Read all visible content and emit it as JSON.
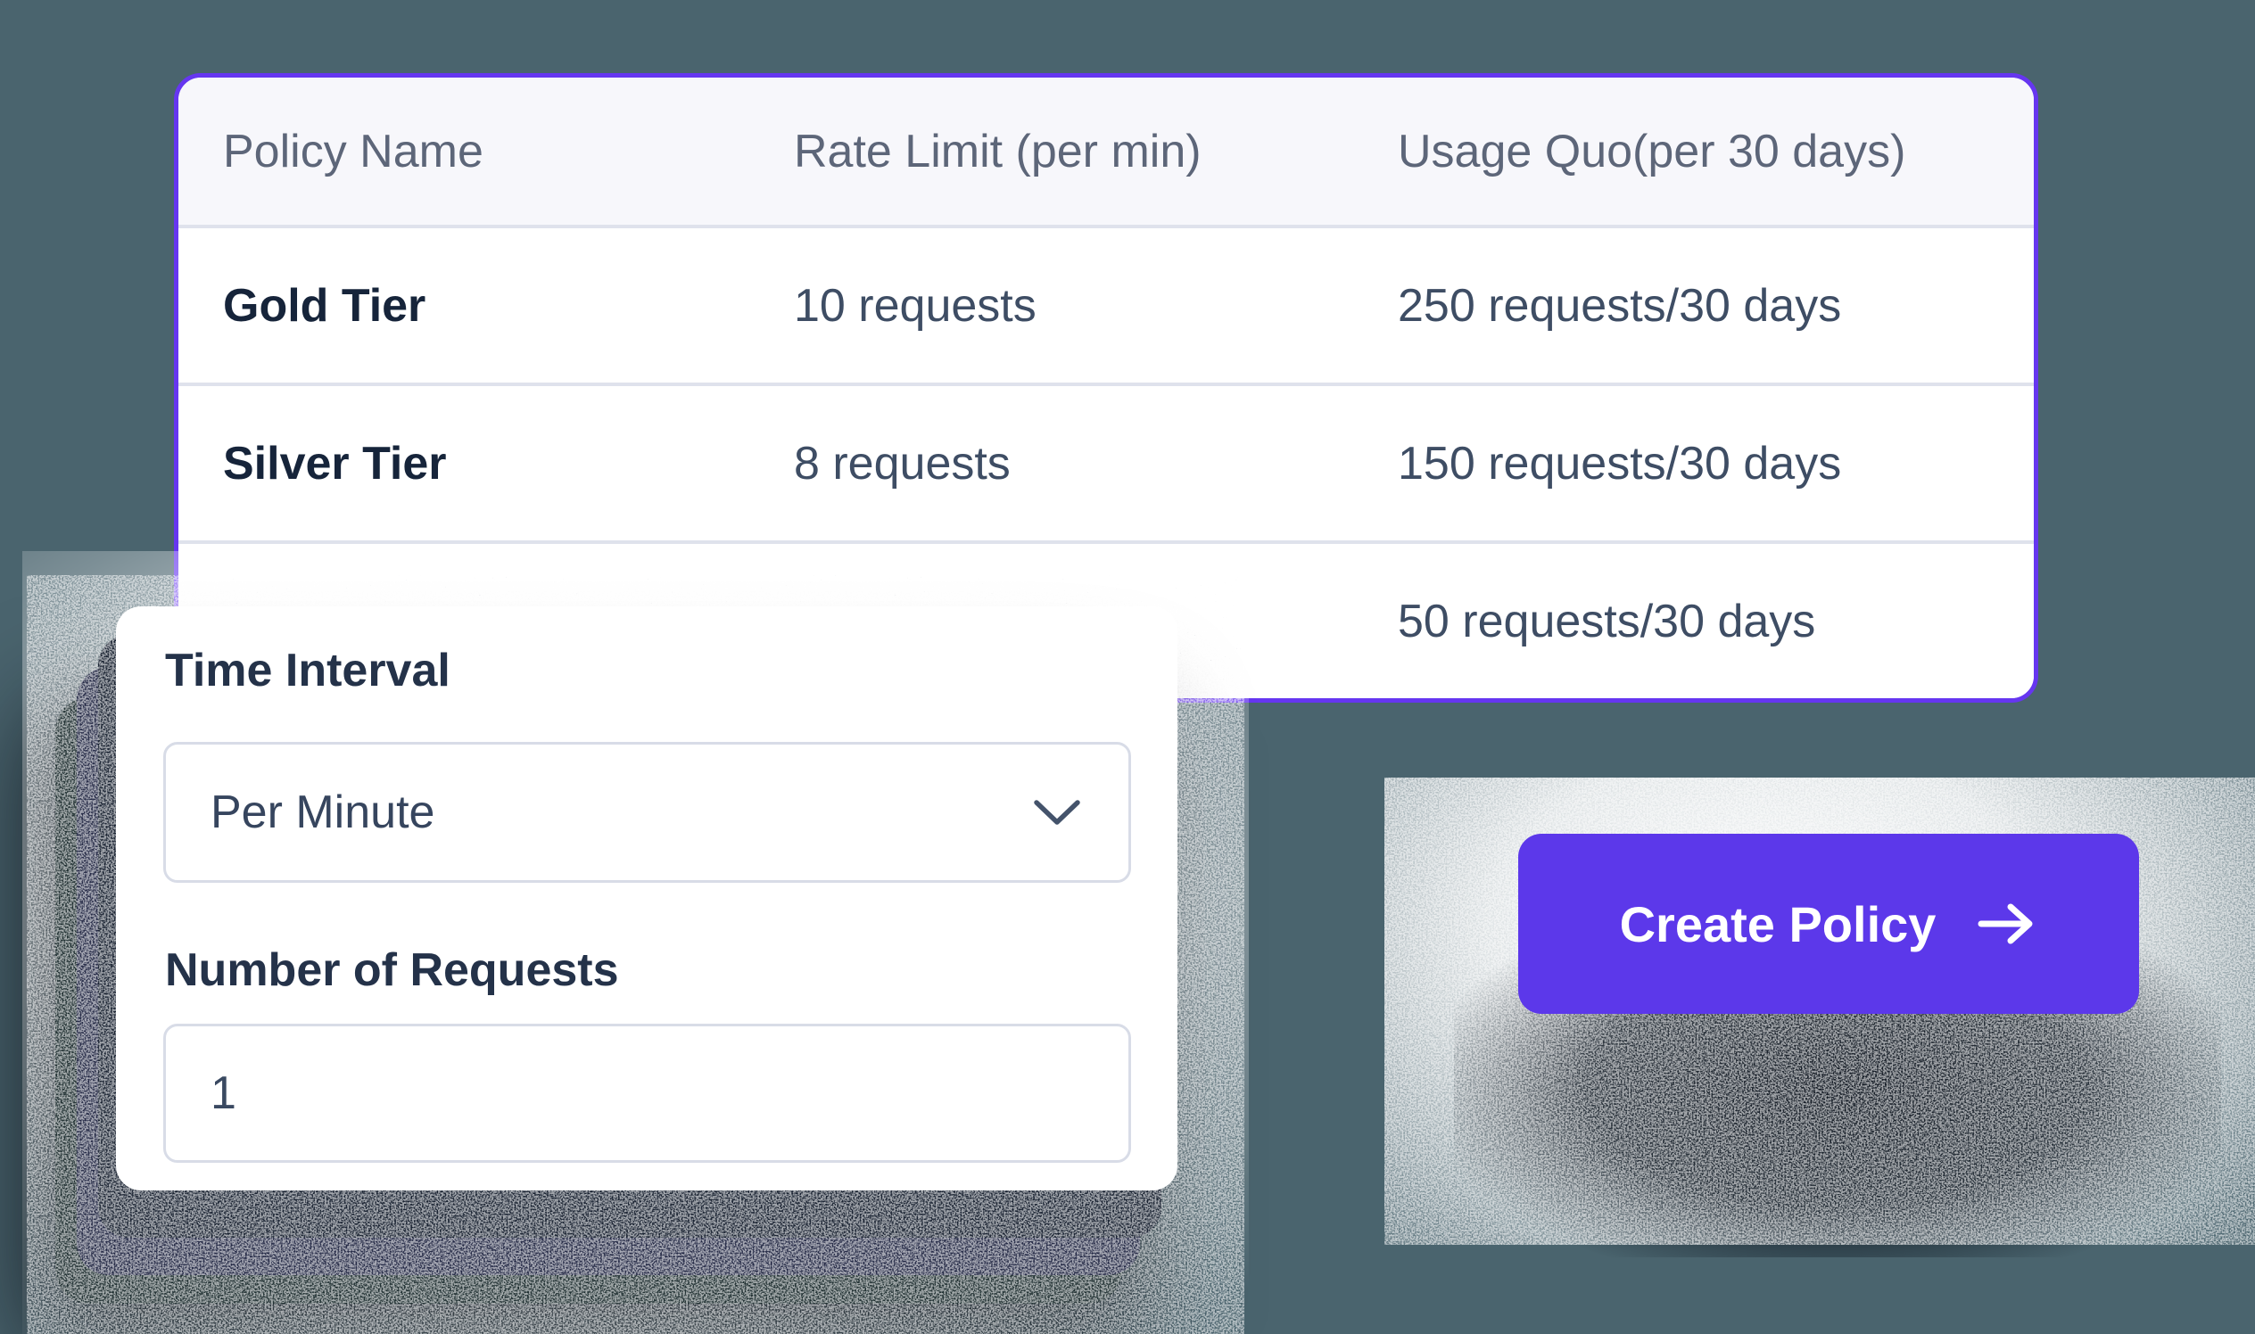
{
  "colors": {
    "background": "#4a646e",
    "table_border": "#6636f0",
    "table_header_bg": "#f7f7fb",
    "row_divider": "#dfe2ec",
    "header_text": "#5d6679",
    "tier_name_text": "#16243a",
    "cell_value_text": "#3e4d64",
    "button_bg": "#5c38ea",
    "button_text": "#ffffff",
    "shadow_stack": [
      "#1a2332",
      "#262b47",
      "#203032"
    ]
  },
  "table": {
    "columns": [
      "Policy Name",
      "Rate Limit (per min)",
      "Usage Quo(per 30 days)"
    ],
    "rows": [
      {
        "name": "Gold Tier",
        "rate": "10 requests",
        "usage": "250 requests/30 days"
      },
      {
        "name": "Silver Tier",
        "rate": "8 requests",
        "usage": "150 requests/30 days"
      },
      {
        "name": "",
        "rate": "",
        "usage": "50 requests/30 days"
      }
    ]
  },
  "form": {
    "time_interval": {
      "label": "Time Interval",
      "value": "Per Minute",
      "icon": "chevron-down-icon"
    },
    "number_of_requests": {
      "label": "Number of Requests",
      "value": "1"
    }
  },
  "cta": {
    "label": "Create Policy",
    "icon": "arrow-right-icon"
  }
}
